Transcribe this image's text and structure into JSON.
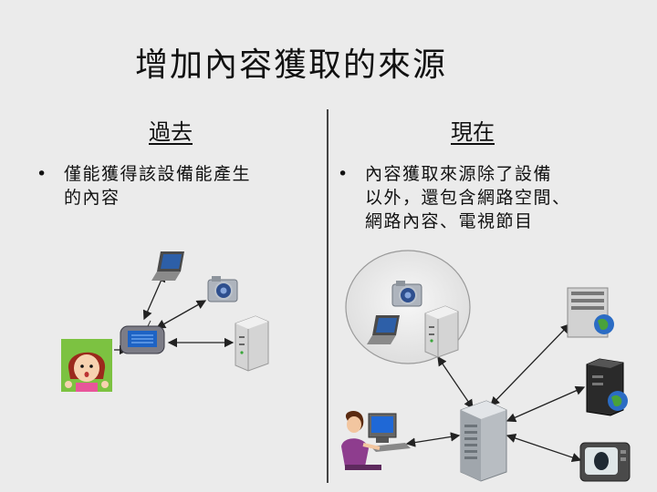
{
  "slide": {
    "title": "增加內容獲取的來源",
    "left": {
      "heading": "過去",
      "bullet": "僅能獲得該設備能產生的內容",
      "bullet_line1": "僅能獲得該設備能產生",
      "bullet_line2": "的內容"
    },
    "right": {
      "heading": "現在",
      "bullet_line1": "內容獲取來源除了設備",
      "bullet_line2": "以外，還包含網路空間、",
      "bullet_line3": "網路內容、電視節目"
    },
    "bullet_symbol": "•"
  },
  "colors": {
    "background": "#ebebeb",
    "text": "#111111",
    "divider": "#444444",
    "device_gray": "#b8b8b8"
  },
  "icons": [
    "laptop-icon",
    "camera-icon",
    "server-icon",
    "pda-icon",
    "person-avatar",
    "server-globe-icon",
    "dark-server-globe-icon",
    "tv-icon",
    "person-at-computer-icon"
  ]
}
